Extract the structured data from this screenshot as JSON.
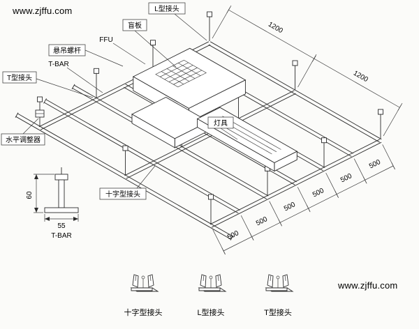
{
  "watermark": {
    "top": "www.zjffu.com",
    "bottom": "www.zjffu.com"
  },
  "callouts": {
    "l_joint": "L型接头",
    "blind_panel": "盲板",
    "ffu": "FFU",
    "hanging_rod": "悬吊螺杆",
    "t_bar": "T-BAR",
    "t_joint": "T型接头",
    "level_adjuster": "水平调整器",
    "light_fixture": "灯具",
    "cross_joint": "十字型接头"
  },
  "dimensions": {
    "top_run": [
      "1200",
      "1200"
    ],
    "bottom_run": [
      "500",
      "500",
      "500",
      "500",
      "500",
      "500"
    ],
    "detail_height": "60",
    "detail_width": "55",
    "detail_label": "T-BAR"
  },
  "legend": [
    {
      "label": "十字型接头"
    },
    {
      "label": "L型接头"
    },
    {
      "label": "T型接头"
    }
  ]
}
